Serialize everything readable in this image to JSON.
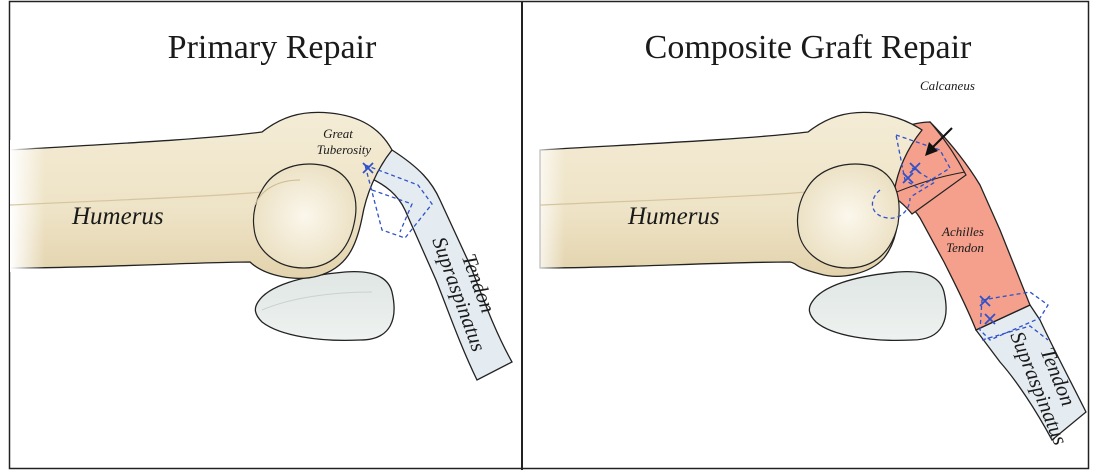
{
  "left_panel": {
    "title": "Primary Repair",
    "humerus_label": "Humerus",
    "tuberosity_label_line1": "Great",
    "tuberosity_label_line2": "Tuberosity",
    "tendon_label_line1": "Supraspinatus",
    "tendon_label_line2": "Tendon"
  },
  "right_panel": {
    "title": "Composite Graft Repair",
    "humerus_label": "Humerus",
    "calcaneus_label": "Calcaneus",
    "achilles_label_line1": "Achilles",
    "achilles_label_line2": "Tendon",
    "tendon_label_line1": "Supraspinatus",
    "tendon_label_line2": "Tendon"
  },
  "colors": {
    "bone": "#eee3c6",
    "bone_shadow": "#d8c9a4",
    "cartilage": "#e6ebe9",
    "tendon": "#e4ebf1",
    "graft": "#f4a08c",
    "suture": "#2f52c8",
    "outline": "#222222"
  }
}
